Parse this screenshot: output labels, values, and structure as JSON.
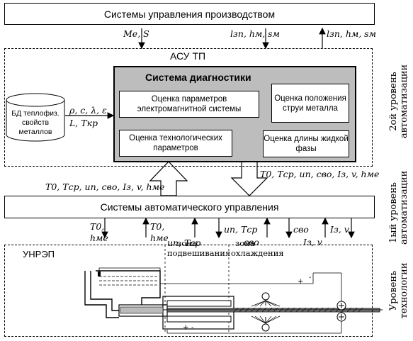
{
  "top_box": {
    "title": "Системы управления производством"
  },
  "top_links": {
    "down_left": "Me, S",
    "down_right": "lзп, hм, sм",
    "up_right": "lзп, hм, sм"
  },
  "asu": {
    "title": "АСУ ТП",
    "diag_title": "Система диагностики",
    "em_eval": "Оценка параметров электромагнитной системы",
    "pos_eval": "Оценка положения струи металла",
    "tech_eval": "Оценка технологических параметров",
    "liquid_eval": "Оценка длины жидкой фазы",
    "db_label": "БД теплофиз. свойств металлов",
    "db_params_1": "ρ, c, λ, ε",
    "db_params_2": "L, Tкр"
  },
  "level2": {
    "line1": "2ой уровень",
    "line2": "автоматизации"
  },
  "mid_links": {
    "left": "T0, Tср, uп, cво, Iз, v, hме",
    "right": "T0, Tср, uп, cво, Iз, v, hме"
  },
  "sau": {
    "title": "Системы автоматического управления"
  },
  "level1": {
    "line1": "1ый уровень",
    "line2": "автоматизации"
  },
  "low_links": {
    "a": "T0,",
    "a2": "hме",
    "b": "T0,",
    "b2": "hме",
    "c": "uп, Tср",
    "d": "uп, Tср",
    "e": "cво",
    "f": "cво",
    "g": "Iз, v",
    "h": "Iз, v"
  },
  "level0": {
    "line1": "Уровень",
    "line2": "технологии"
  },
  "unrep": {
    "title": "УНРЭП",
    "zone1_1": "зона",
    "zone1_2": "подвешивания",
    "zone2_1": "зона",
    "zone2_2": "охлаждения",
    "plus": "+",
    "minus": "-",
    "plus2": "+",
    "minus2": "-"
  }
}
